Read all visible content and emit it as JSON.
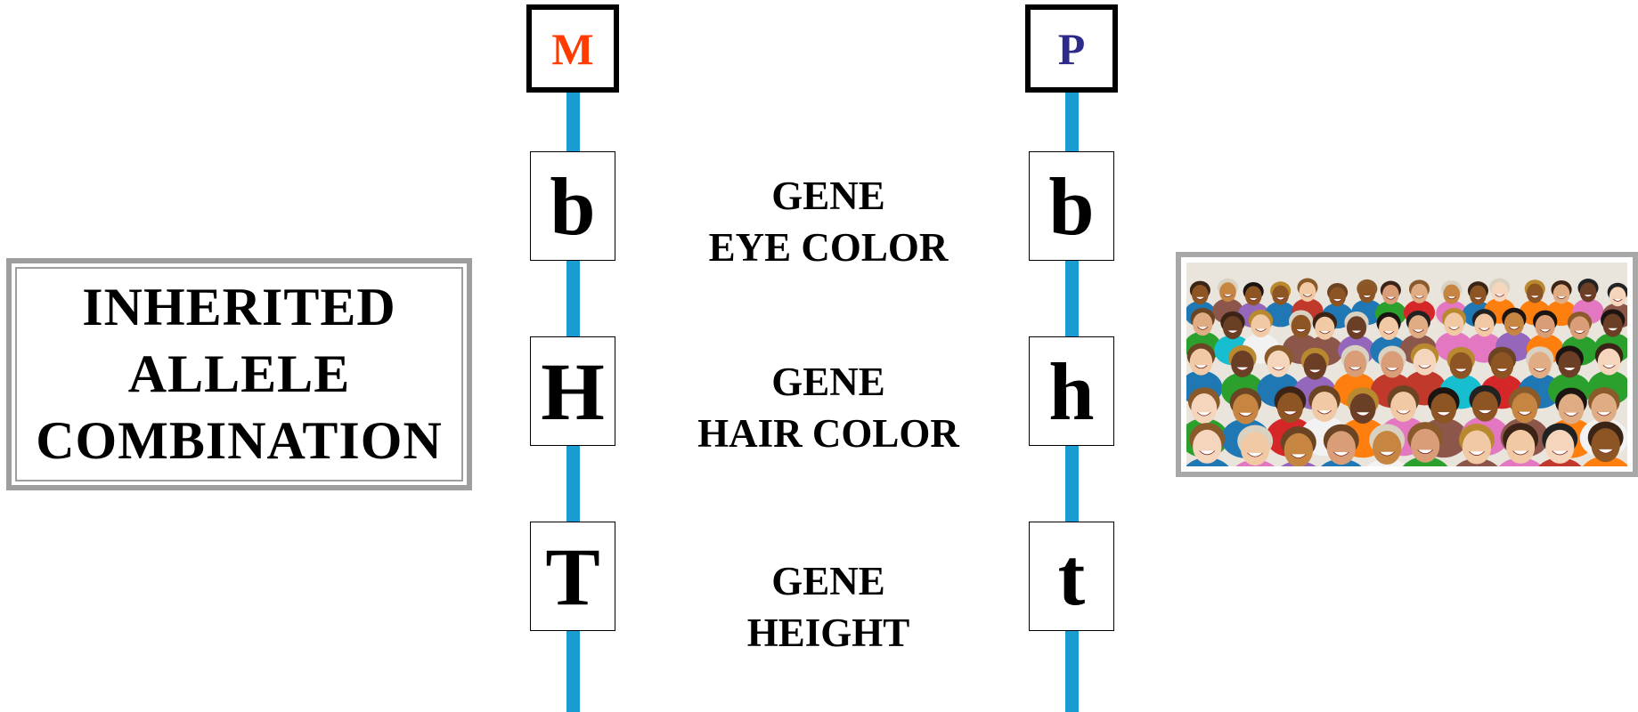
{
  "title": {
    "lines": [
      "INHERITED",
      "ALLELE",
      "COMBINATION"
    ]
  },
  "maternal": {
    "label": "M",
    "color": "#ff3b00",
    "alleles": [
      "b",
      "H",
      "T"
    ]
  },
  "paternal": {
    "label": "P",
    "color": "#2e2a8c",
    "alleles": [
      "b",
      "h",
      "t"
    ]
  },
  "genes": [
    {
      "line1": "GENE",
      "line2": "EYE COLOR"
    },
    {
      "line1": "GENE",
      "line2": "HAIR COLOR"
    },
    {
      "line1": "GENE",
      "line2": "HEIGHT"
    }
  ],
  "chromosome_color": "#1a9bd1",
  "photo": {
    "subject": "crowd of smiling people"
  }
}
